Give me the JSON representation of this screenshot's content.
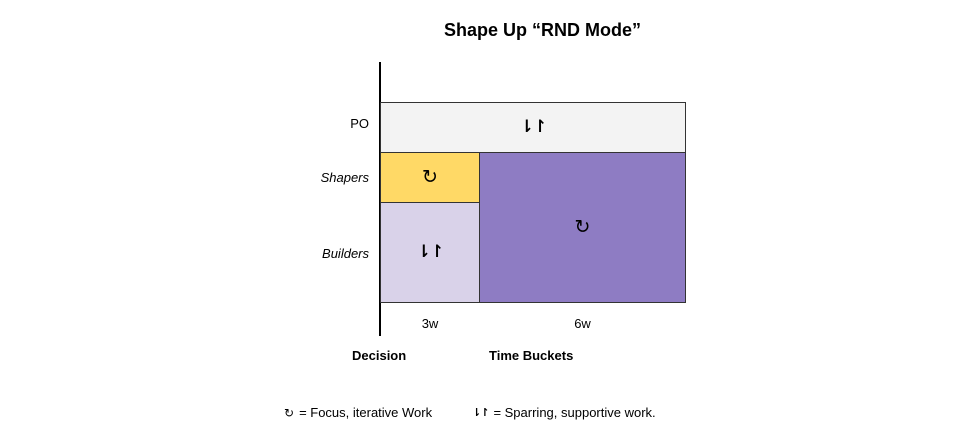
{
  "title": "Shape Up “RND Mode”",
  "rows": {
    "po": "PO",
    "shapers": "Shapers",
    "builders": "Builders"
  },
  "ticks": {
    "first": "3w",
    "second": "6w"
  },
  "axis": {
    "left_title": "Decision",
    "right_title": "Time Buckets"
  },
  "icons": {
    "focus": "↻",
    "sparring": "⇂↾"
  },
  "colors": {
    "po_block": "#f3f3f3",
    "shapers_block": "#ffd966",
    "builders_block": "#d9d2e9",
    "builders_6w_block": "#8e7cc3"
  },
  "legend": {
    "focus_text": "= Focus, iterative Work",
    "sparring_text": "= Sparring, supportive work."
  }
}
